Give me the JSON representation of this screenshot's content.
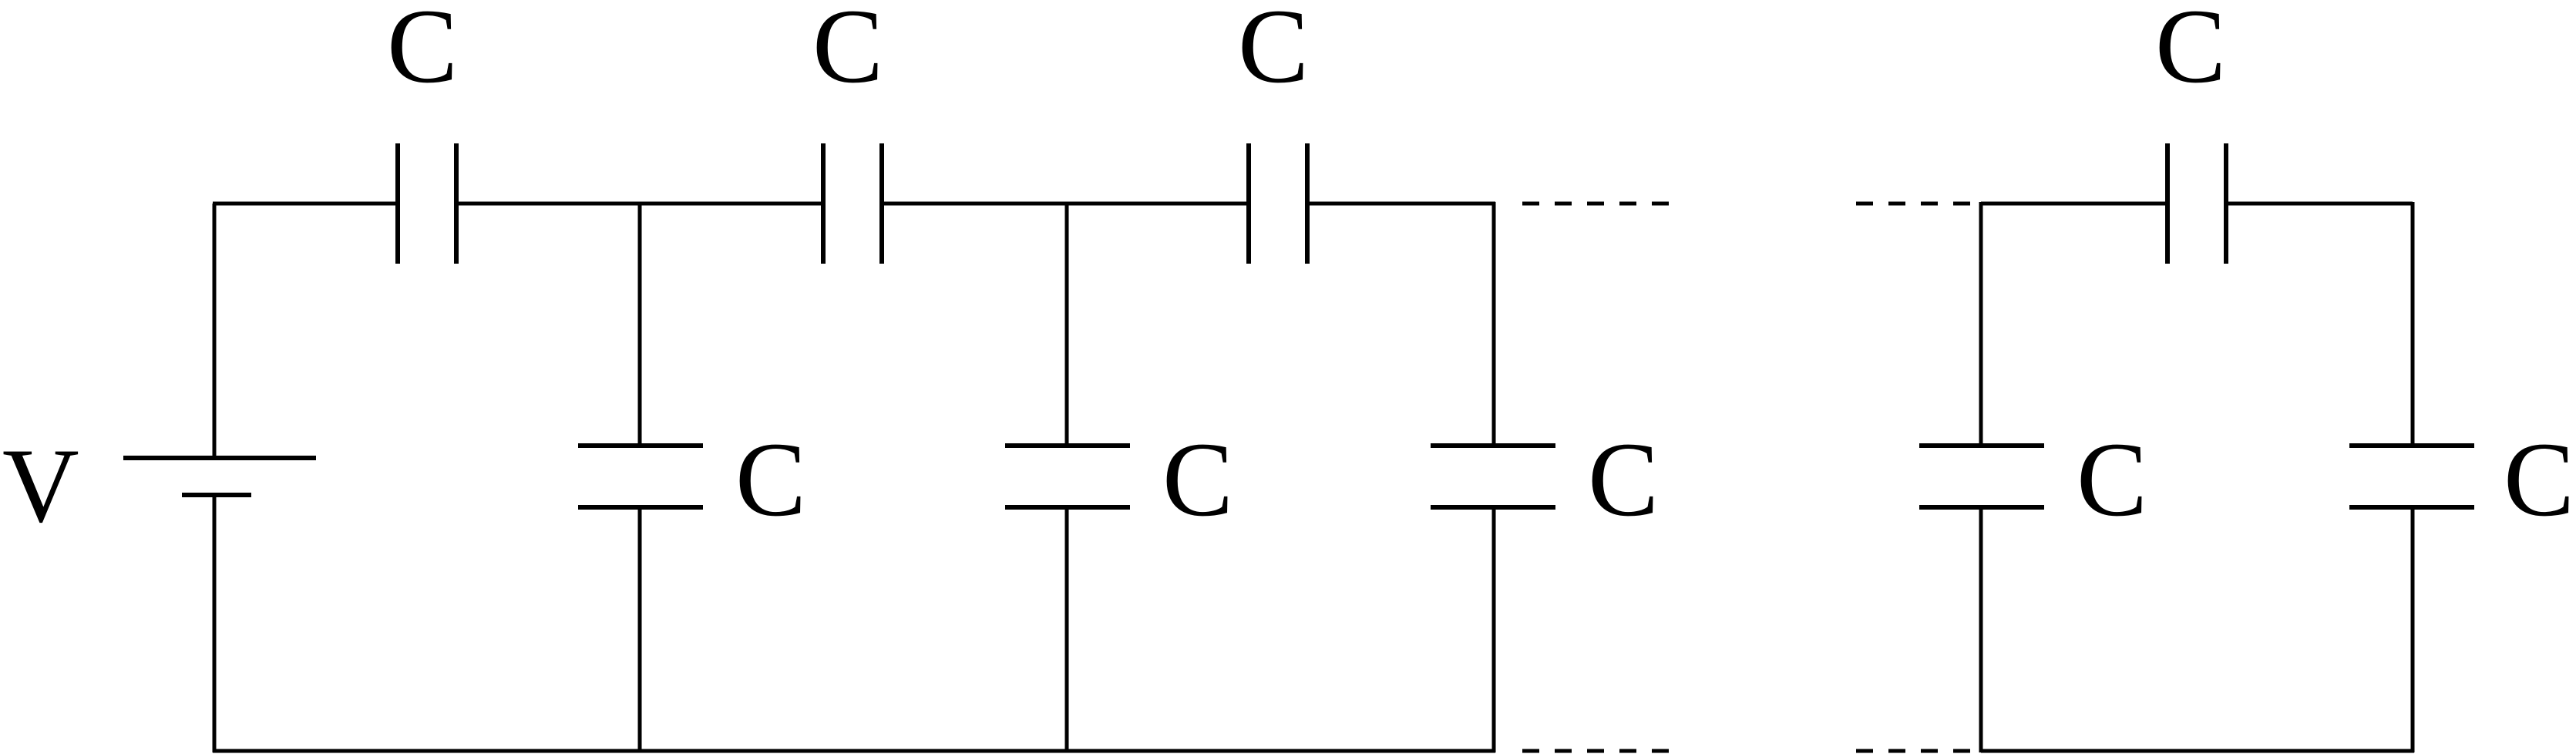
{
  "diagram": {
    "source_label": "V",
    "capacitor_label": "C",
    "series_labels": [
      "C",
      "C",
      "C",
      "C"
    ],
    "shunt_labels": [
      "C",
      "C",
      "C",
      "C",
      "C"
    ],
    "colors": {
      "line": "#000000",
      "background": "#ffffff"
    }
  }
}
